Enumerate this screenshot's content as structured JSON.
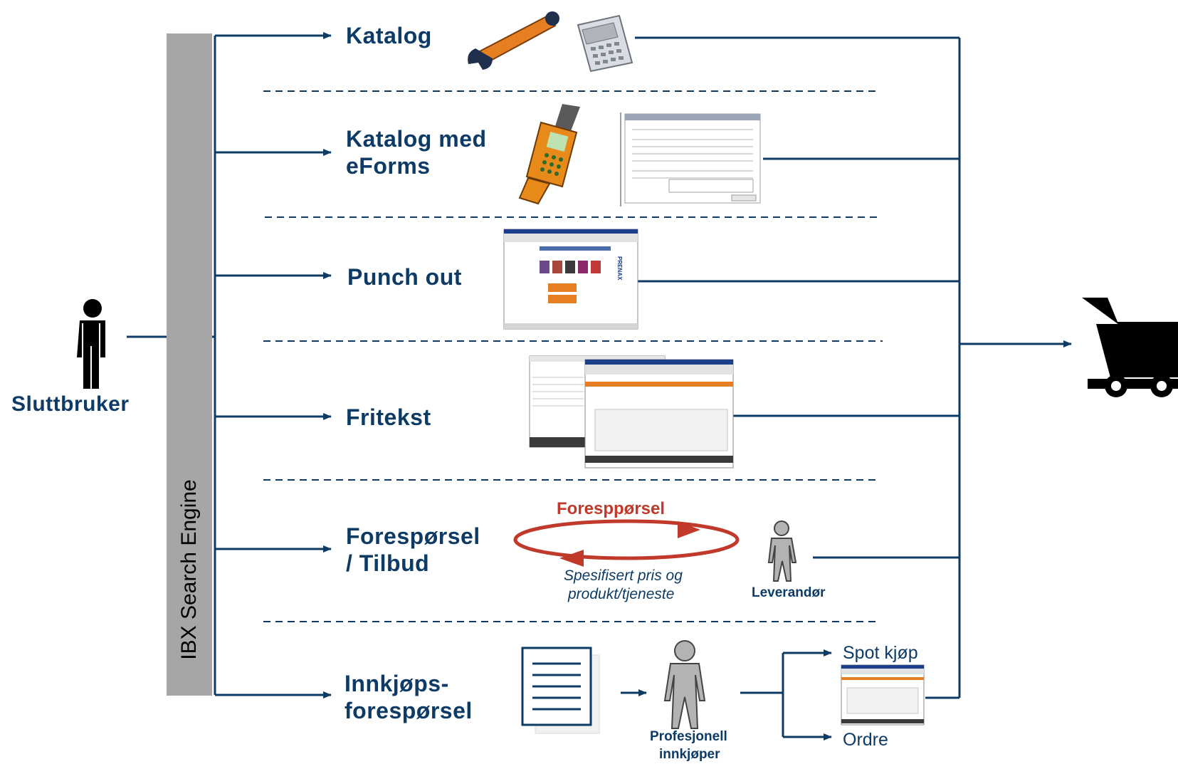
{
  "user": {
    "label": "Sluttbruker"
  },
  "engine": {
    "label": "IBX Search Engine"
  },
  "channels": [
    {
      "line1": "Katalog",
      "line2": ""
    },
    {
      "line1": "Katalog med",
      "line2": "eForms"
    },
    {
      "line1": "Punch out",
      "line2": ""
    },
    {
      "line1": "Fritekst",
      "line2": ""
    },
    {
      "line1": "Forespørsel",
      "line2": "/ Tilbud"
    },
    {
      "line1": "Innkjøps-",
      "line2": "forespørsel"
    }
  ],
  "cycle": {
    "top_label": "Foresppørsel",
    "bottom_line1": "Spesifisert pris og",
    "bottom_line2": "produkt/tjeneste",
    "supplier": "Leverandør"
  },
  "procurement": {
    "buyer_line1": "Profesjonell",
    "buyer_line2": "innkjøper",
    "spot": "Spot kjøp",
    "order": "Ordre"
  },
  "colors": {
    "primary": "#0d3b66",
    "accent": "#c0392b",
    "engine": "#a6a6a6",
    "figure_gray": "#b3b3b3"
  },
  "icons": [
    "person-icon",
    "wrench-icon",
    "calculator-icon",
    "mobile-phone-icon",
    "eform-screenshot",
    "punchout-screenshot",
    "freetext-screenshot",
    "document-icon",
    "shopping-cart-icon"
  ]
}
